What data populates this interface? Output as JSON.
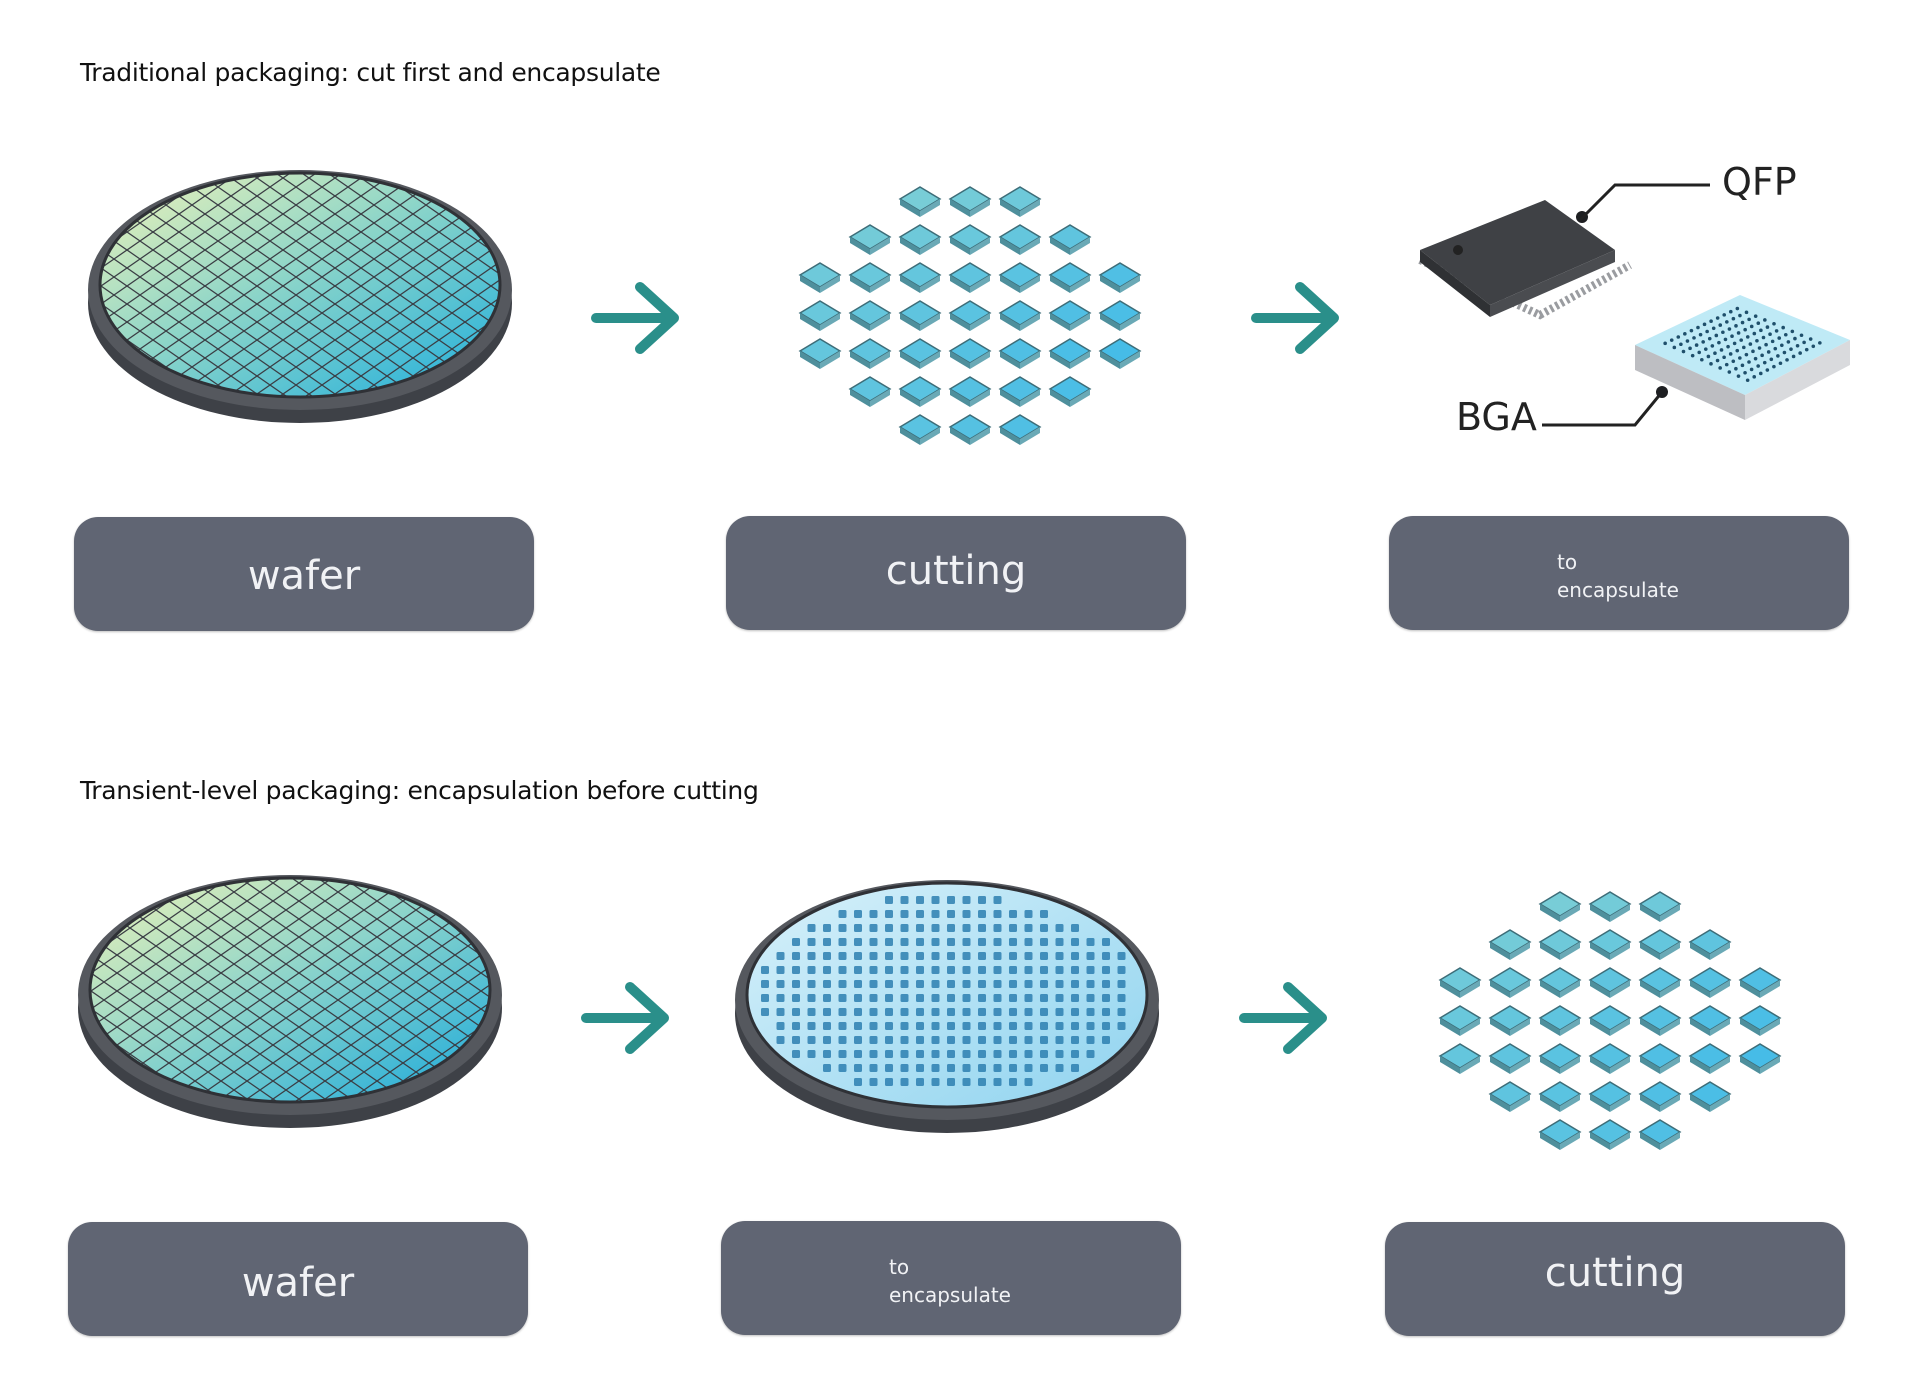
{
  "sections": [
    {
      "title": "Traditional packaging: cut first and encapsulate",
      "steps": [
        "wafer",
        "cutting",
        "to encapsulate"
      ]
    },
    {
      "title": "Transient-level packaging: encapsulation before cutting",
      "steps": [
        "wafer",
        "to encapsulate",
        "cutting"
      ]
    }
  ],
  "labels": {
    "wafer": "wafer",
    "cutting": "cutting",
    "to": "to",
    "encapsulate": "encapsulate"
  },
  "package_types": {
    "qfp": "QFP",
    "bga": "BGA"
  },
  "colors": {
    "box_fill": "#606573",
    "arrow": "#2a8f8a",
    "wafer_rim": "#4a4d52",
    "wafer_green": "#dcebb0",
    "wafer_blue": "#2fb6de",
    "chip_face": "#8fd3e6",
    "qfp_body": "#56585c",
    "bga_face": "#bfeaf6"
  }
}
